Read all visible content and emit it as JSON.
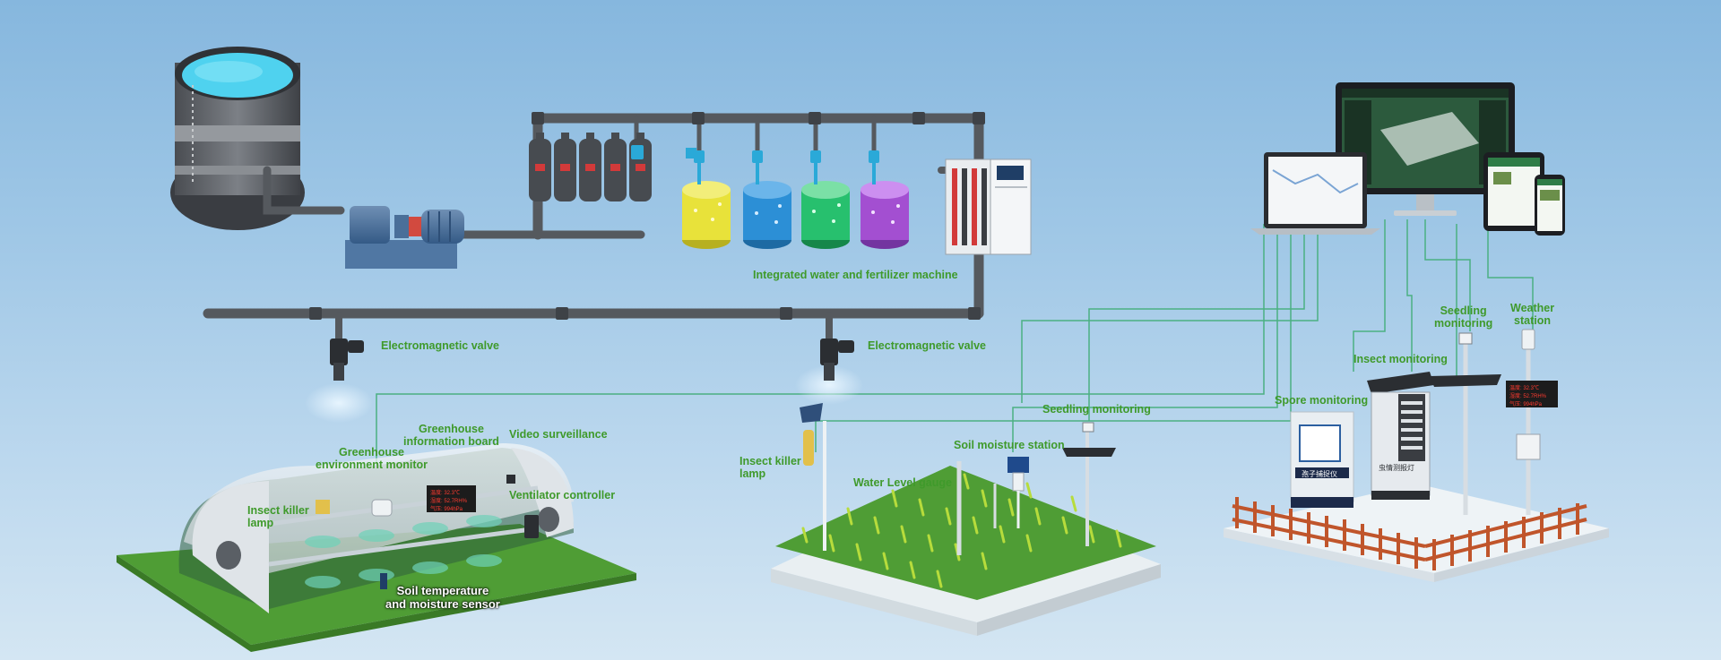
{
  "labels": {
    "integrated_machine": "Integrated water and fertilizer machine",
    "valve_left": "Electromagnetic valve",
    "valve_right": "Electromagnetic valve",
    "gh_env_monitor": [
      "Greenhouse",
      "environment monitor"
    ],
    "gh_info_board": [
      "Greenhouse",
      "information board"
    ],
    "video_surveillance": "Video surveillance",
    "insect_lamp_gh": [
      "Insect killer",
      "lamp"
    ],
    "ventilator_controller": "Ventilator controller",
    "soil_sensor": [
      "Soil temperature",
      "and moisture sensor"
    ],
    "insect_lamp_field": [
      "Insect killer",
      "lamp"
    ],
    "water_level_gauge": "Water Level gauge",
    "soil_moisture_station": "Soil moisture station",
    "seedling_monitoring_field": "Seedling monitoring",
    "spore_monitoring": "Spore monitoring",
    "insect_monitoring": "Insect monitoring",
    "seedling_monitoring_station": [
      "Seedling",
      "monitoring"
    ],
    "weather_station": [
      "Weather",
      "station"
    ]
  },
  "device_text": {
    "spore_device": "孢子捕捉仪",
    "insect_device": "虫情测报灯",
    "board_lines": [
      "温度: 32.3℃",
      "湿度: 52.7RH%",
      "气压: 994hPa"
    ],
    "station_lines": [
      "温度: 32.3℃",
      "湿度: 52.7RH%",
      "气压: 994hPa"
    ]
  },
  "colors": {
    "label_green": "#3f9a2b",
    "pipe": "#55595e",
    "wire": "#4bb082",
    "grass": "#4f9d35",
    "fert_yellow": "#e8e23a",
    "fert_blue": "#2c8fd6",
    "fert_green": "#27c06e",
    "fert_purple": "#a34fd1"
  }
}
